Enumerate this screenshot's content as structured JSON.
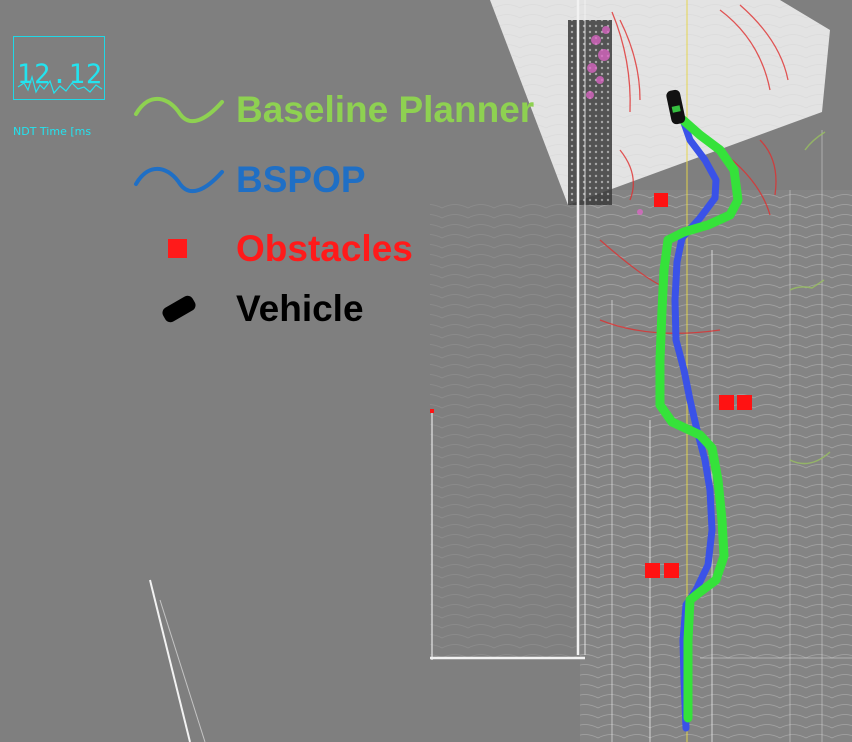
{
  "ndt_widget": {
    "value": "12.12",
    "label": "NDT Time [ms"
  },
  "legend": {
    "items": [
      {
        "label": "Baseline Planner",
        "color": "#8ed151",
        "icon": "wave-line-icon"
      },
      {
        "label": "BSPOP",
        "color": "#1f6fc5",
        "icon": "wave-line-icon"
      },
      {
        "label": "Obstacles",
        "color": "#ff1a1a",
        "icon": "square-icon"
      },
      {
        "label": "Vehicle",
        "color": "#000000",
        "icon": "vehicle-icon"
      }
    ]
  },
  "colors": {
    "background": "#7f7f7f",
    "baseline_path": "#35e23a",
    "bspop_path": "#3a52e8",
    "obstacle": "#ff1212",
    "lidar_rings": "#e03030",
    "pointcloud": "#d8d8d8",
    "hud": "#23e3ef"
  }
}
